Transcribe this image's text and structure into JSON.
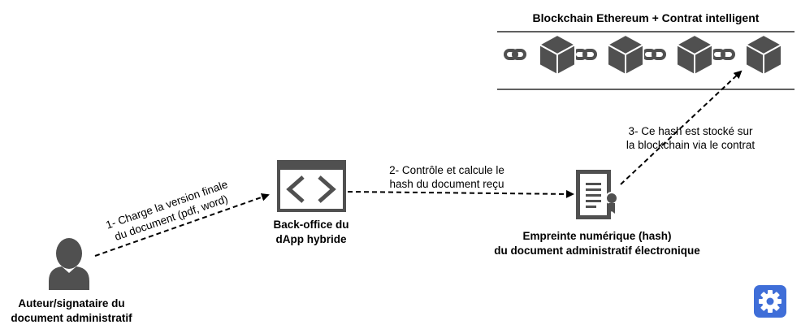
{
  "blockchain": {
    "title": "Blockchain Ethereum + Contrat intelligent",
    "block_count": 4
  },
  "nodes": {
    "author": {
      "line1": "Auteur/signataire du",
      "line2": "document administratif"
    },
    "backoffice": {
      "line1": "Back-office du",
      "line2": "dApp hybride"
    },
    "fingerprint": {
      "line1": "Empreinte numérique (hash)",
      "line2": "du document administratif électronique"
    }
  },
  "steps": {
    "step1": {
      "line1": "1- Charge la version finale",
      "line2": "du document (pdf, word)"
    },
    "step2": {
      "line1": "2- Contrôle et calcule le",
      "line2": "hash du document reçu"
    },
    "step3": {
      "line1": "3- Ce hash est stocké sur",
      "line2": "la blockchain via le contrat"
    }
  },
  "colors": {
    "icon_gray": "#505050",
    "gear_badge": "#3f6ed8"
  },
  "icons": {
    "author": "user-icon",
    "backoffice": "code-window-icon",
    "fingerprint": "certificate-icon",
    "blocks": "cube-icon",
    "links": "chain-link-icon",
    "corner": "gear-icon"
  }
}
